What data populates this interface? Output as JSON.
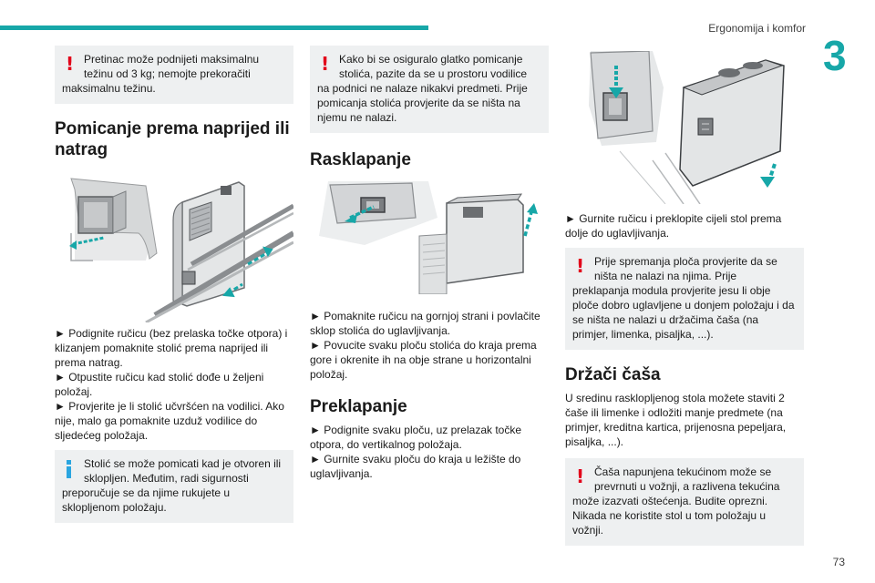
{
  "header": {
    "section_title": "Ergonomija i komfor",
    "chapter_number": "3",
    "page_number": "73"
  },
  "col1": {
    "warning1": {
      "line1": "Pretinac može podnijeti maksimalnu",
      "line2": "težinu od 3 kg; nemojte prekoračiti",
      "rest": "maksimalnu težinu."
    },
    "heading": "Pomicanje prema naprijed ili natrag",
    "steps": [
      "► Podignite ručicu (bez prelaska točke otpora) i klizanjem pomaknite stolić prema naprijed ili prema natrag.",
      "► Otpustite ručicu kad stolić dođe u željeni položaj.",
      "► Provjerite je li stolić učvršćen na vodilici. Ako nije, malo ga pomaknite uzduž vodilice do sljedećeg položaja."
    ],
    "info": {
      "line1": "Stolić se može pomicati kad je otvoren ili",
      "line2": "sklopljen. Međutim, radi sigurnosti",
      "rest": "preporučuje se da njime rukujete u sklopljenom položaju."
    }
  },
  "col2": {
    "warning": {
      "line1": "Kako bi se osiguralo glatko pomicanje",
      "line2": "stolića, pazite da se u prostoru vodilice",
      "rest": "na podnici ne nalaze nikakvi predmeti. Prije pomicanja stolića provjerite da se ništa na njemu ne nalazi."
    },
    "heading1": "Rasklapanje",
    "steps1": [
      "► Pomaknite ručicu na gornjoj strani i povlačite sklop stolića do uglavljivanja.",
      "► Povucite svaku ploču stolića do kraja prema gore i okrenite ih na obje strane u horizontalni položaj."
    ],
    "heading2": "Preklapanje",
    "steps2": [
      "► Podignite svaku ploču, uz prelazak točke otpora, do vertikalnog položaja.",
      "► Gurnite svaku ploču do kraja u ležište do uglavljivanja."
    ]
  },
  "col3": {
    "step": "► Gurnite ručicu i preklopite cijeli stol prema dolje do uglavljivanja.",
    "warning1": {
      "line1": "Prije spremanja ploča provjerite da se",
      "line2": "ništa ne nalazi na njima. Prije",
      "rest": "preklapanja modula provjerite jesu li obje ploče dobro uglavljene u donjem položaju i da se ništa ne nalazi u držačima čaša (na primjer, limenka, pisaljka, ...)."
    },
    "heading": "Držači čaša",
    "paragraph": "U sredinu rasklopljenog stola možete staviti 2 čaše ili limenke i odložiti manje predmete (na primjer, kreditna kartica, prijenosna pepeljara, pisaljka, ...).",
    "warning2": {
      "line1": "Čaša napunjena tekućinom može se",
      "line2": "prevrnuti u vožnji, a razlivena tekućina",
      "rest": "može izazvati oštećenja. Budite oprezni. Nikada ne koristite stol u tom položaju u vožnji."
    }
  },
  "colors": {
    "accent": "#17a7a8",
    "warning": "#e2001a",
    "info": "#2aa5e0",
    "box_bg": "#eef0f1"
  }
}
